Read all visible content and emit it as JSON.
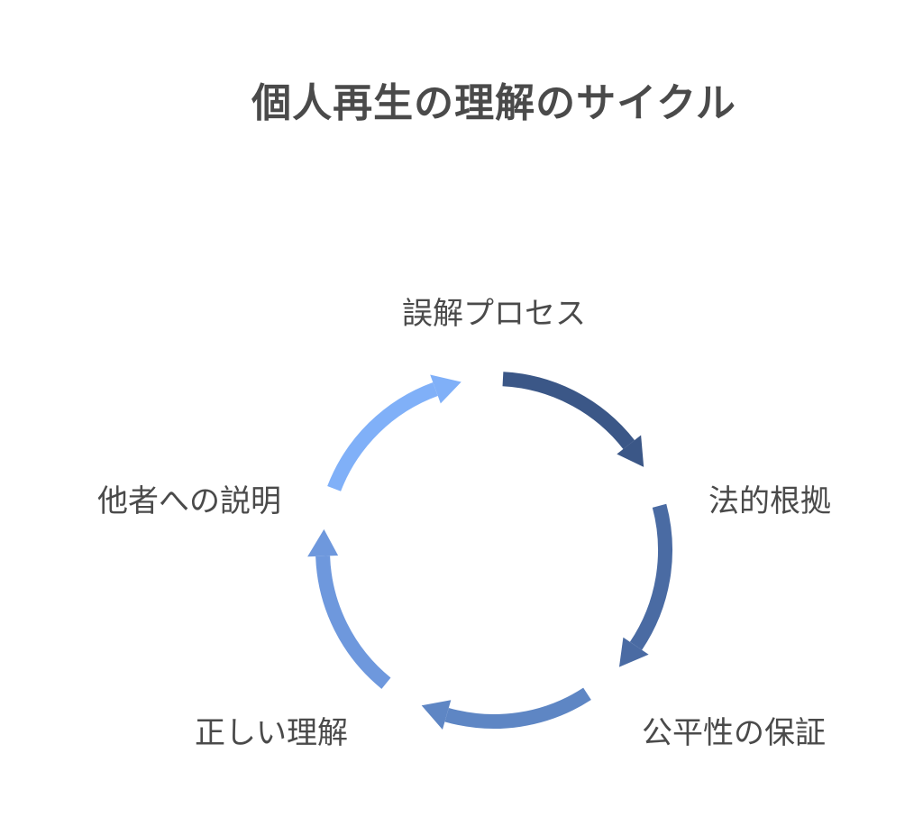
{
  "title": "個人再生の理解のサイクル",
  "steps": [
    {
      "label": "誤解プロセス",
      "color": "#3b5787"
    },
    {
      "label": "法的根拠",
      "color": "#4a6ba3"
    },
    {
      "label": "公平性の保証",
      "color": "#5e86c4"
    },
    {
      "label": "正しい理解",
      "color": "#6e98dd"
    },
    {
      "label": "他者への説明",
      "color": "#80b0f8"
    }
  ]
}
